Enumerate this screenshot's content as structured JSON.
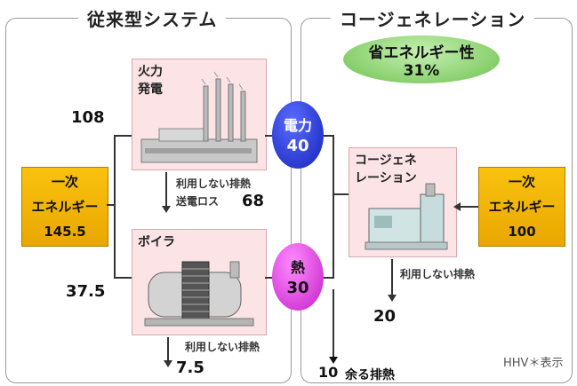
{
  "left_panel": {
    "title": "従来型システム"
  },
  "right_panel": {
    "title": "コージェネレーション"
  },
  "efficiency_badge": {
    "label": "省エネルギー性",
    "value": "31%"
  },
  "left": {
    "primary_energy": {
      "line1": "一次",
      "line2": "エネルギー",
      "value": "145.5"
    },
    "thermal_plant_label": [
      "火力",
      "発電"
    ],
    "boiler_label": "ボイラ",
    "input_to_plant": "108",
    "input_to_boiler": "37.5",
    "plant_loss_label1": "利用しない排熱",
    "plant_loss_label2": "送電ロス",
    "plant_loss_value": "68",
    "boiler_loss_label": "利用しない排熱",
    "boiler_loss_value": "7.5"
  },
  "center": {
    "power": {
      "label": "電力",
      "value": "40"
    },
    "heat": {
      "label": "熱",
      "value": "30"
    },
    "surplus_value": "10",
    "surplus_label": "余る排熱"
  },
  "right": {
    "cogen_label": [
      "コージェネ",
      "レーション"
    ],
    "primary_energy": {
      "line1": "一次",
      "line2": "エネルギー",
      "value": "100"
    },
    "loss_label": "利用しない排熱",
    "loss_value": "20"
  },
  "footnote": "HHV＊表示",
  "colors": {
    "power": "#1d2fd6",
    "heat": "#e43ee6",
    "badge": "#86d46a",
    "primary": "#f2b40a",
    "device_bg": "#fbe3e6"
  }
}
